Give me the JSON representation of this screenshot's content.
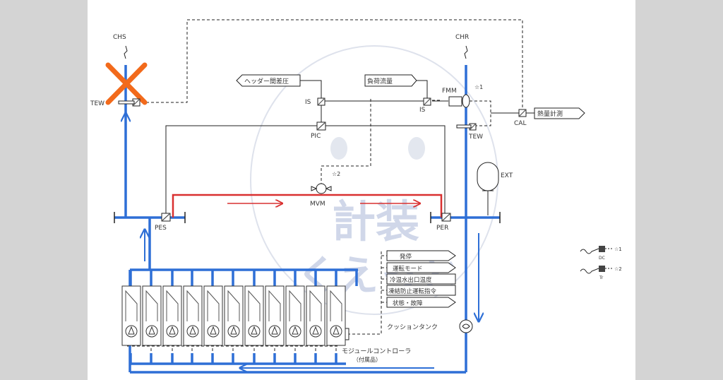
{
  "labels": {
    "chs": "CHS",
    "chr": "CHR",
    "tew_left": "TEW",
    "tew_right": "TEW",
    "fmm": "FMM",
    "fmm_star": "☆1",
    "cal": "CAL",
    "heat_meter": "熱量計測",
    "header_dp": "ヘッダー間差圧",
    "load_flow": "負荷流量",
    "is_left": "IS",
    "is_right": "IS",
    "pic": "PIC",
    "mvm": "MVM",
    "mvm_star": "☆2",
    "ext": "EXT",
    "pes": "PES",
    "per": "PER",
    "cushion_tank": "クッションタンク",
    "module_controller": "モジュールコントローラ",
    "module_controller_sub": "（付属品）"
  },
  "signals": [
    "発停",
    "運転モード",
    "冷温水出口温度",
    "凍結防止運転指令",
    "状態・故障"
  ],
  "legend": [
    {
      "sub": "DC",
      "star": "☆1"
    },
    {
      "sub": "Tr",
      "star": "☆2"
    }
  ],
  "watermark": {
    "line1": "計装",
    "line2": "くえっと"
  },
  "colors": {
    "pipe_blue": "#2e6fd6",
    "pipe_red": "#d93030",
    "cross": "#f26a1b",
    "line": "#222222",
    "background": "#d4d4d4",
    "sheet": "#ffffff"
  },
  "modules": {
    "count": 11
  }
}
